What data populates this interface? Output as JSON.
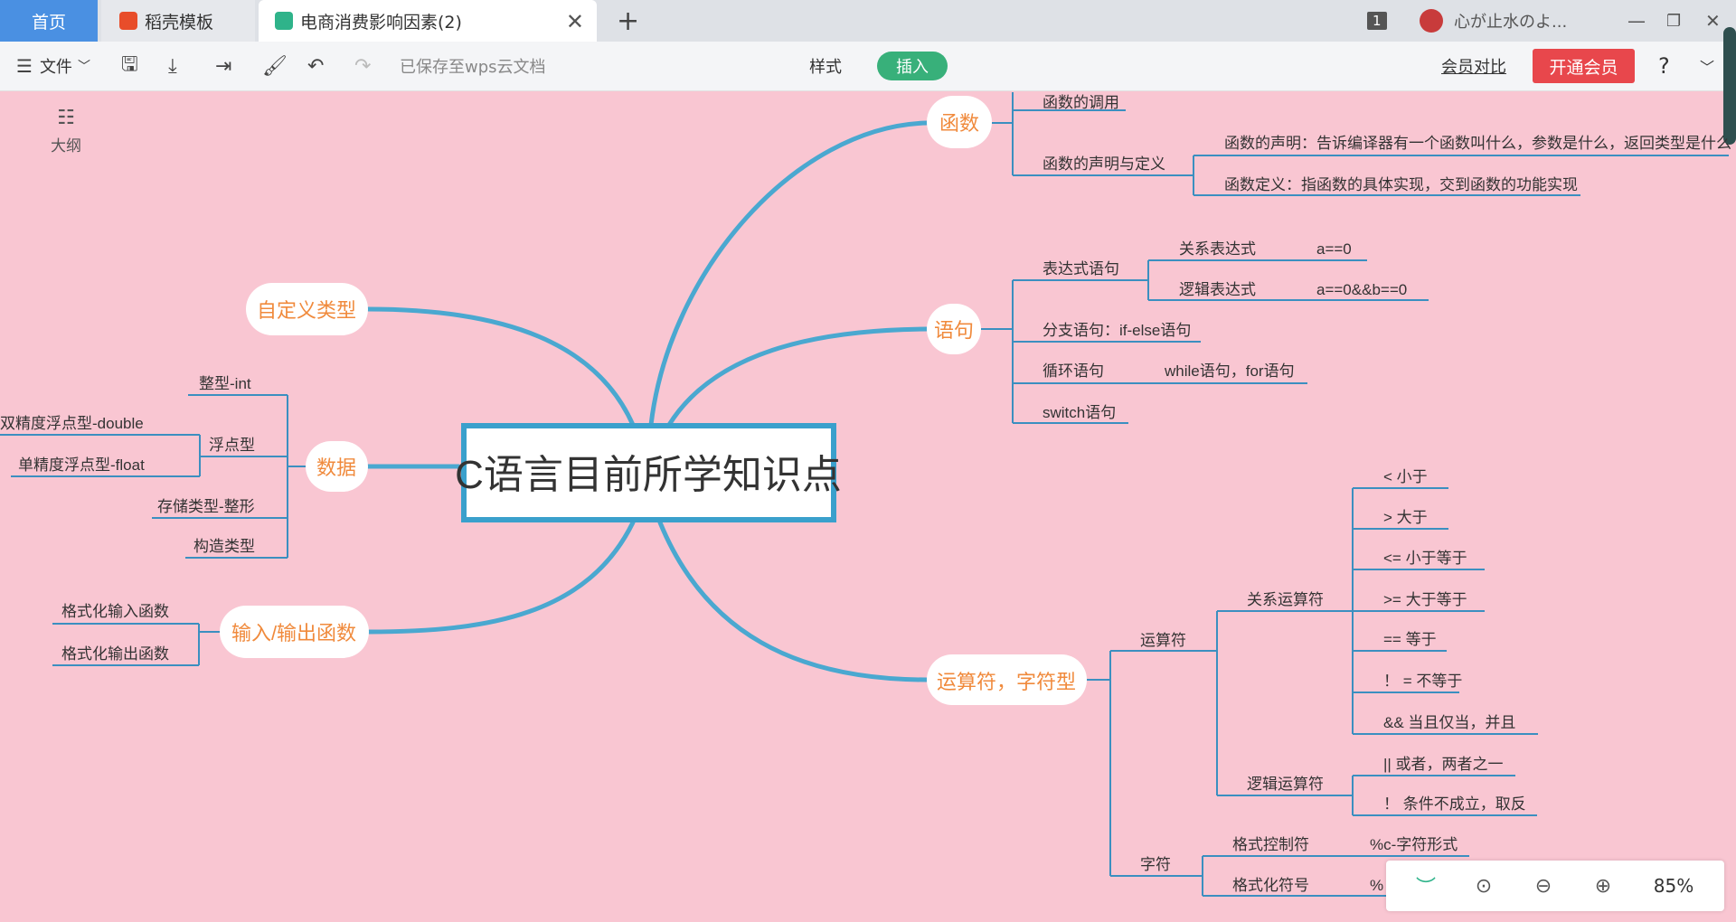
{
  "tabs": {
    "home": "首页",
    "docer": "稻壳模板",
    "active": "电商消费影响因素(2)",
    "badge": "1",
    "user": "心が止水のよ..."
  },
  "toolbar": {
    "file": "文件",
    "saved_status": "已保存至wps云文档",
    "style": "样式",
    "insert": "插入",
    "member_compare": "会员对比",
    "open_vip": "开通会员",
    "help": "?"
  },
  "sidebar": {
    "outline": "大纲"
  },
  "zoom": {
    "level": "85%"
  },
  "mindmap": {
    "root": "C语言目前所学知识点",
    "functions": {
      "label": "函数",
      "call": "函数的调用",
      "decl_def": "函数的声明与定义",
      "decl": "函数的声明：告诉编译器有一个函数叫什么，参数是什么，返回类型是什么",
      "def": "函数定义：指函数的具体实现，交到函数的功能实现"
    },
    "statements": {
      "label": "语句",
      "expr": "表达式语句",
      "relational_expr": "关系表达式",
      "relational_example": "a==0",
      "logical_expr": "逻辑表达式",
      "logical_example": "a==0&&b==0",
      "branch": "分支语句：if-else语句",
      "loop": "循环语句",
      "loop_detail": "while语句，for语句",
      "switch": "switch语句"
    },
    "operators": {
      "label": "运算符，字符型",
      "op": "运算符",
      "relational": "关系运算符",
      "rel_items": [
        "<   小于",
        ">   大于",
        "<=  小于等于",
        ">=  大于等于",
        "==  等于",
        "！ =  不等于",
        "&&  当且仅当，并且"
      ],
      "logical": "逻辑运算符",
      "log_items": [
        "||  或者，两者之一",
        "！  条件不成立，取反"
      ],
      "char": "字符",
      "format_ctrl": "格式控制符",
      "format_ctrl_detail": "%c-字符形式",
      "format_sym": "格式化符号",
      "format_sym_detail": "%"
    },
    "custom_type": {
      "label": "自定义类型"
    },
    "data": {
      "label": "数据",
      "int": "整型-int",
      "float": "浮点型",
      "double": "双精度浮点型-double",
      "single": "单精度浮点型-float",
      "storage": "存储类型-整形",
      "struct": "构造类型"
    },
    "io": {
      "label": "输入/输出函数",
      "input": "格式化输入函数",
      "output": "格式化输出函数"
    }
  },
  "colors": {
    "canvas_bg": "#f9c6d2",
    "branch_line": "#4aa8d0",
    "topic_text": "#f08a3c",
    "root_border": "#3aa0cc",
    "leaf_line": "#3b8fc0"
  }
}
